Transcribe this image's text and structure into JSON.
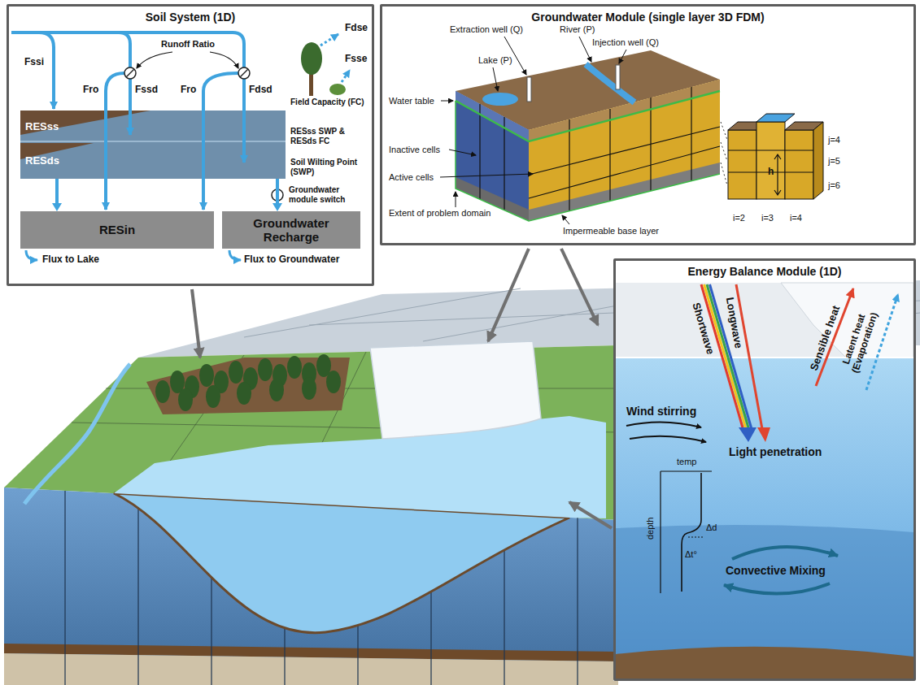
{
  "diagram": {
    "nodes": [
      {
        "text": [
          "Soil System (1D)"
        ]
      },
      {
        "text": [
          "RESss"
        ],
        "in": 0
      },
      {
        "text": [
          "RESds"
        ],
        "in": 0
      },
      {
        "text": [
          "RESin"
        ],
        "in": 0
      },
      {
        "text": [
          "Groundwater Recharge"
        ],
        "in": 0
      },
      {
        "text": [
          "Groundwater Module (single layer 3D FDM)"
        ]
      },
      {
        "text": [
          "Energy Balance Module (1D)"
        ]
      }
    ],
    "edges": [
      {
        "from": 2,
        "to": 3,
        "arrow": "to"
      },
      {
        "from": 2,
        "to": 4,
        "arrow": "to"
      }
    ],
    "labels": [
      "Fssi",
      "Runoff Ratio",
      "Fro",
      "Fssd",
      "Fro",
      "Fdsd",
      "Fdse",
      "Fsse",
      "Field Capacity (FC)",
      "RESss SWP & RESds FC",
      "Soil Wilting Point (SWP)",
      "Groundwater module switch",
      "Flux to Lake",
      "Flux to Groundwater",
      "Extraction well (Q)",
      "River (P)",
      "Injection well (Q)",
      "Lake (P)",
      "Water table",
      "Inactive cells",
      "Active cells",
      "Extent of problem domain",
      "Impermeable base layer",
      "h",
      "j=4",
      "j=5",
      "j=6",
      "i=2",
      "i=3",
      "i=4",
      "Shortwave",
      "Longwave",
      "Sensible heat",
      "Latent heat (Evaporation)",
      "Wind stirring",
      "Light penetration",
      "temp",
      "depth",
      "Δd",
      "Δt°",
      "Convective Mixing"
    ]
  }
}
